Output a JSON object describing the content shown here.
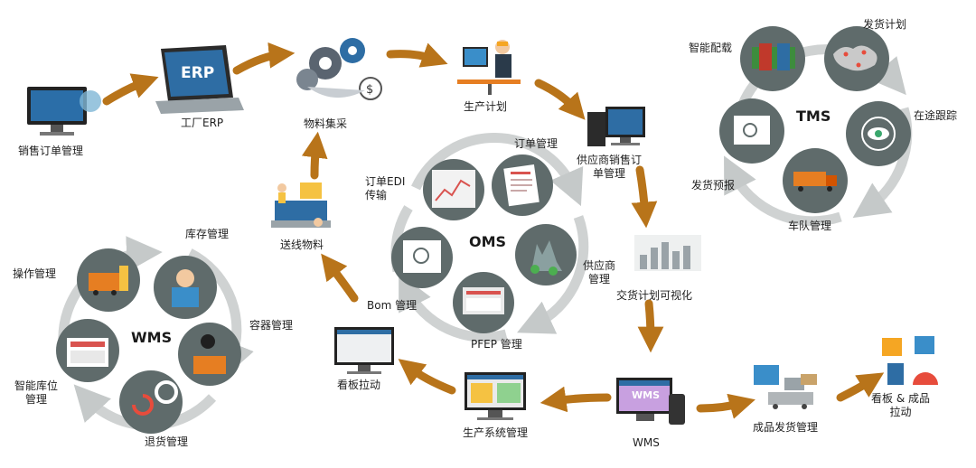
{
  "center": {
    "hub_label": "OMS",
    "items": {
      "order_edi": [
        "订单EDI",
        "传输"
      ],
      "order_mgmt": "订单管理",
      "supplier": [
        "供应商",
        "管理"
      ],
      "pfep": "PFEP 管理",
      "bom": "Bom 管理"
    }
  },
  "flow": {
    "sales_order": "销售订单管理",
    "factory_erp": "工厂ERP",
    "erp_screen": "ERP",
    "material_purchase": "物料集采",
    "production_plan": "生产计划",
    "supplier_sales_order": [
      "供应商销售订",
      "单管理"
    ],
    "delivery_visual": "交货计划可视化",
    "wms_node": "WMS",
    "wms_screen": "WMS",
    "finished_dispatch": "成品发货管理",
    "kanban_pull_finished": [
      "看板 & 成品",
      "拉动"
    ],
    "production_system": "生产系统管理",
    "kanban_pull": "看板拉动",
    "line_feeding": "送线物料"
  },
  "tms": {
    "hub_label": "TMS",
    "items": {
      "smart_load": "智能配载",
      "ship_plan": "发货计划",
      "in_transit": "在途跟踪",
      "fleet": "车队管理",
      "ship_notice": "发货预报"
    }
  },
  "wms": {
    "hub_label": "WMS",
    "items": {
      "inventory": "库存管理",
      "operation": "操作管理",
      "container": "容器管理",
      "smart_location": [
        "智能库位",
        "管理"
      ],
      "returns": "退货管理"
    }
  },
  "colors": {
    "arrow": "#b8741a",
    "circle": "#5f6b6b",
    "ring": "#cfd2d2",
    "screen": "#2b6ea8"
  }
}
